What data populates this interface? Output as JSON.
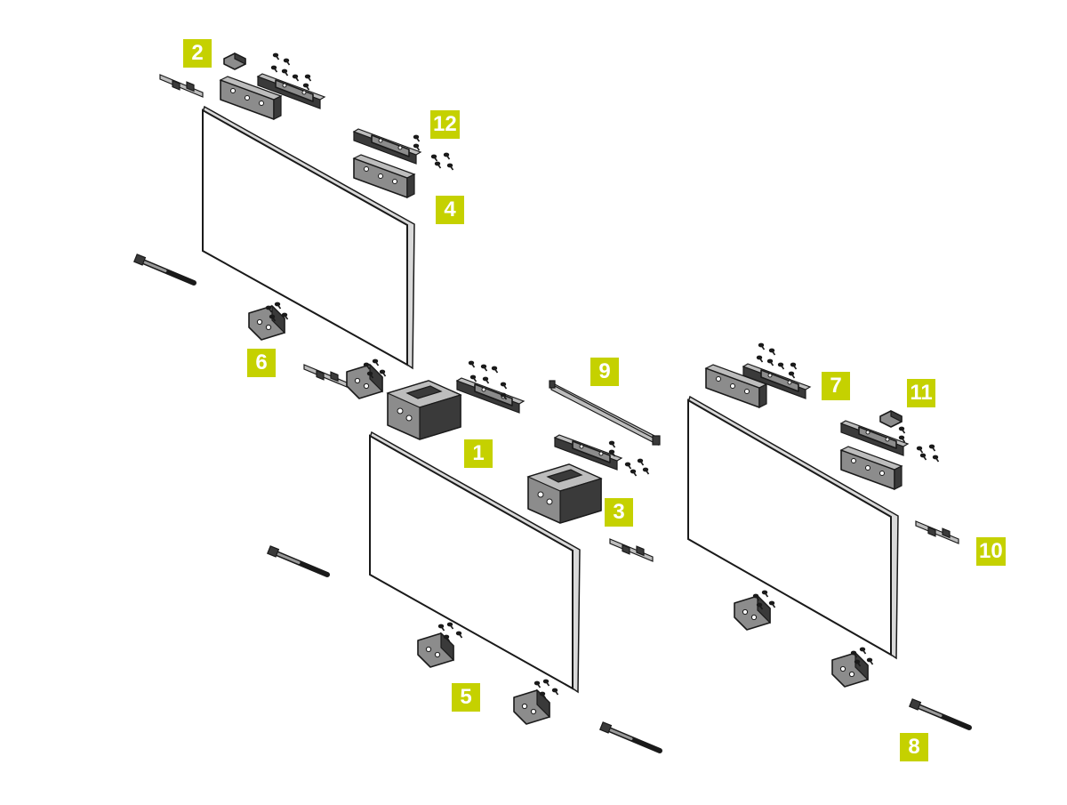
{
  "callouts": [
    {
      "id": "1",
      "label": "1"
    },
    {
      "id": "2",
      "label": "2"
    },
    {
      "id": "3",
      "label": "3"
    },
    {
      "id": "4",
      "label": "4"
    },
    {
      "id": "5",
      "label": "5"
    },
    {
      "id": "6",
      "label": "6"
    },
    {
      "id": "7",
      "label": "7"
    },
    {
      "id": "8",
      "label": "8"
    },
    {
      "id": "9",
      "label": "9"
    },
    {
      "id": "10",
      "label": "10"
    },
    {
      "id": "11",
      "label": "11"
    },
    {
      "id": "12",
      "label": "12"
    }
  ],
  "colors": {
    "callout_background": "#c5d100",
    "callout_text": "#ffffff",
    "part_fill": "#8c8c8c",
    "outline": "#1a1a1a"
  }
}
